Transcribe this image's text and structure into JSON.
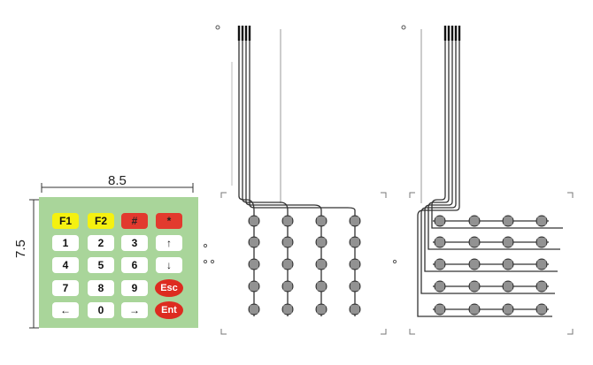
{
  "dimensions": {
    "width_label": "8.5",
    "height_label": "7.5"
  },
  "keypad": {
    "rows": [
      [
        {
          "label": "F1",
          "style": "yellow"
        },
        {
          "label": "F2",
          "style": "yellow"
        },
        {
          "label": "#",
          "style": "red"
        },
        {
          "label": "*",
          "style": "red"
        }
      ],
      [
        {
          "label": "1",
          "style": "white"
        },
        {
          "label": "2",
          "style": "white"
        },
        {
          "label": "3",
          "style": "white"
        },
        {
          "label": "↑",
          "style": "white"
        }
      ],
      [
        {
          "label": "4",
          "style": "white"
        },
        {
          "label": "5",
          "style": "white"
        },
        {
          "label": "6",
          "style": "white"
        },
        {
          "label": "↓",
          "style": "white"
        }
      ],
      [
        {
          "label": "7",
          "style": "white"
        },
        {
          "label": "8",
          "style": "white"
        },
        {
          "label": "9",
          "style": "white"
        },
        {
          "label": "Esc",
          "style": "oval"
        }
      ],
      [
        {
          "label": "←",
          "style": "white"
        },
        {
          "label": "0",
          "style": "white"
        },
        {
          "label": "→",
          "style": "white"
        },
        {
          "label": "Ent",
          "style": "oval"
        }
      ]
    ]
  },
  "colors": {
    "keypad_background": "#a9d59a",
    "function_key": "#f5f110",
    "symbol_key": "#e23a2e",
    "action_key": "#dd2b20",
    "trace": "#333333"
  }
}
